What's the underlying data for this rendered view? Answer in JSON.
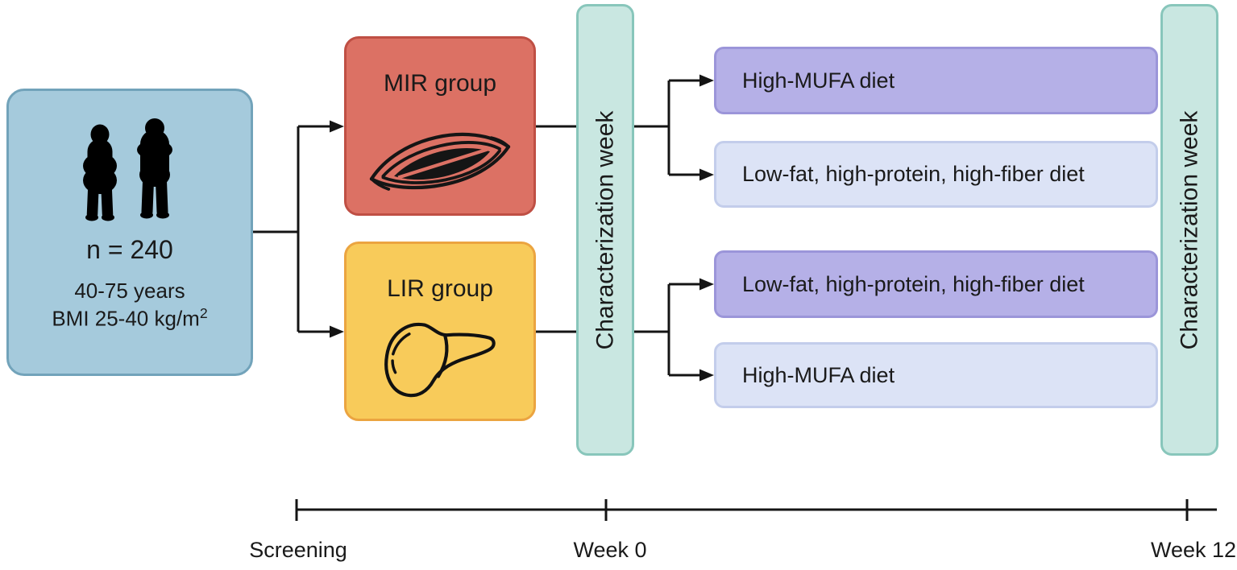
{
  "population": {
    "n": "n = 240",
    "age_range": "40-75 years",
    "bmi_text": "BMI 25-40 kg/m",
    "bmi_superscript": "2"
  },
  "groups": [
    {
      "id": "mir",
      "label": "MIR group",
      "icon": "muscle-icon"
    },
    {
      "id": "lir",
      "label": "LIR group",
      "icon": "liver-icon"
    }
  ],
  "characterization_bars": [
    {
      "label": "Characterization week"
    },
    {
      "label": "Characterization week"
    }
  ],
  "diet_boxes": [
    {
      "label": "High-MUFA diet",
      "variant": "primary",
      "arm": "MIR"
    },
    {
      "label": "Low-fat, high-protein, high-fiber diet",
      "variant": "secondary",
      "arm": "MIR"
    },
    {
      "label": "Low-fat, high-protein, high-fiber diet",
      "variant": "primary",
      "arm": "LIR"
    },
    {
      "label": "High-MUFA diet",
      "variant": "secondary",
      "arm": "LIR"
    }
  ],
  "timeline": {
    "labels": [
      "Screening",
      "Week 0",
      "Week 12"
    ]
  },
  "colors": {
    "population_fill": "#a5cadc",
    "population_border": "#72a3ba",
    "mir_fill": "#dc7164",
    "mir_border": "#bf4f44",
    "lir_fill": "#f8cb5a",
    "lir_border": "#eba440",
    "char_fill": "#c9e7e1",
    "char_border": "#88c6bb",
    "diet_primary_fill": "#b5b0e7",
    "diet_primary_border": "#9b95d9",
    "diet_secondary_fill": "#dce3f6",
    "diet_secondary_border": "#c3cdeb",
    "line": "#141414",
    "text": "#1a1a1a"
  }
}
